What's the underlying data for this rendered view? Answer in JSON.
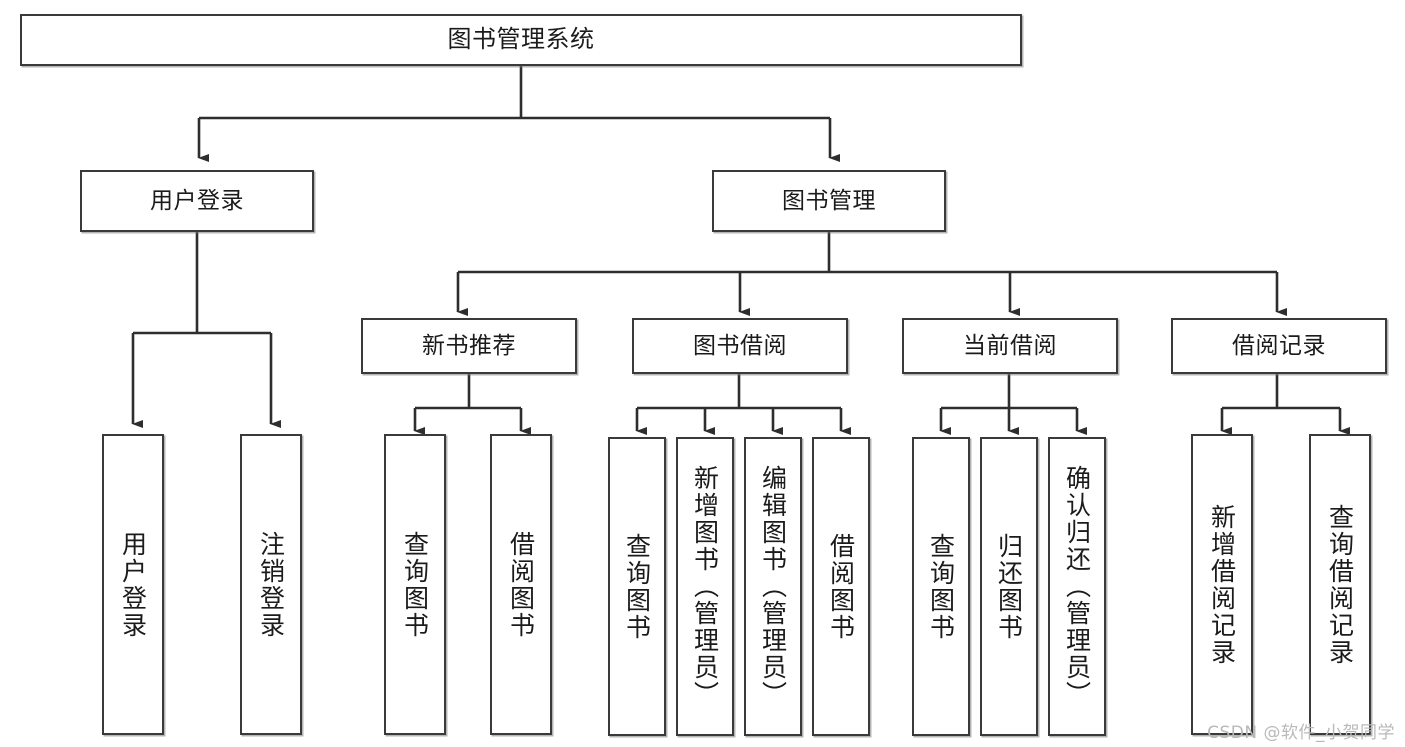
{
  "diagram": {
    "title": "图书管理系统",
    "root": {
      "id": "root",
      "label": "图书管理系统"
    },
    "level1": [
      {
        "id": "user-login",
        "label": "用户登录"
      },
      {
        "id": "book-manage",
        "label": "图书管理"
      }
    ],
    "level2": [
      {
        "id": "new-book-recommend",
        "label": "新书推荐"
      },
      {
        "id": "book-borrow",
        "label": "图书借阅"
      },
      {
        "id": "current-borrow",
        "label": "当前借阅"
      },
      {
        "id": "borrow-record",
        "label": "借阅记录"
      }
    ],
    "leaves": {
      "user_login": [
        {
          "id": "leaf-user-login",
          "label": "用户登录"
        },
        {
          "id": "leaf-logout-login",
          "label": "注销登录"
        }
      ],
      "new_book_recommend": [
        {
          "id": "leaf-query-book-1",
          "label": "查询图书"
        },
        {
          "id": "leaf-borrow-book-1",
          "label": "借阅图书"
        }
      ],
      "book_borrow": [
        {
          "id": "leaf-query-book-2",
          "label": "查询图书"
        },
        {
          "id": "leaf-add-book",
          "label": "新增图书（管理员）"
        },
        {
          "id": "leaf-edit-book",
          "label": "编辑图书（管理员）"
        },
        {
          "id": "leaf-borrow-book-2",
          "label": "借阅图书"
        }
      ],
      "current_borrow": [
        {
          "id": "leaf-query-book-3",
          "label": "查询图书"
        },
        {
          "id": "leaf-return-book",
          "label": "归还图书"
        },
        {
          "id": "leaf-confirm-return",
          "label": "确认归还（管理员）"
        }
      ],
      "borrow_record": [
        {
          "id": "leaf-add-borrow-record",
          "label": "新增借阅记录"
        },
        {
          "id": "leaf-query-borrow-record",
          "label": "查询借阅记录"
        }
      ]
    }
  },
  "watermark": {
    "text": "CSDN @软件_小贺同学"
  },
  "colors": {
    "border": "#3a3a3a",
    "background": "#ffffff",
    "text": "#1b1b1b",
    "watermark": "#b9b9b9"
  }
}
